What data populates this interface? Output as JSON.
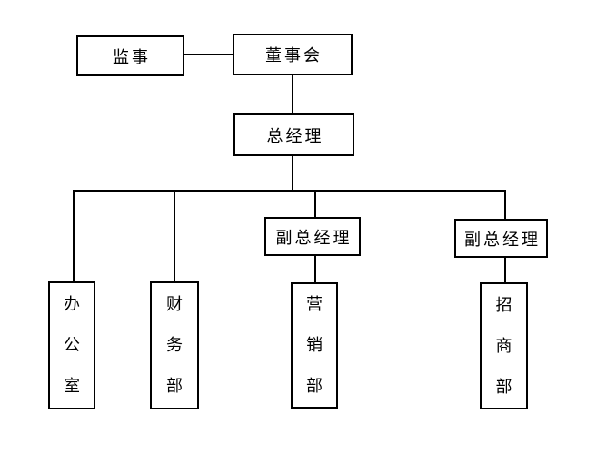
{
  "diagram": {
    "type": "org-chart",
    "background_color": "#ffffff",
    "line_color": "#000000",
    "nodes": {
      "supervisor": {
        "label": "监事"
      },
      "board": {
        "label": "董事会"
      },
      "general_manager": {
        "label": "总经理"
      },
      "deputy_gm_1": {
        "label": "副总经理"
      },
      "deputy_gm_2": {
        "label": "副总经理"
      },
      "office": {
        "label": "办公室"
      },
      "finance_dept": {
        "label": "财务部"
      },
      "marketing_dept": {
        "label": "营销部"
      },
      "investment_dept": {
        "label": "招商部"
      }
    },
    "edges": [
      {
        "from": "supervisor",
        "to": "board"
      },
      {
        "from": "board",
        "to": "general_manager"
      },
      {
        "from": "general_manager",
        "to": "office"
      },
      {
        "from": "general_manager",
        "to": "finance_dept"
      },
      {
        "from": "general_manager",
        "to": "deputy_gm_1"
      },
      {
        "from": "general_manager",
        "to": "deputy_gm_2"
      },
      {
        "from": "deputy_gm_1",
        "to": "marketing_dept"
      },
      {
        "from": "deputy_gm_2",
        "to": "investment_dept"
      }
    ]
  }
}
